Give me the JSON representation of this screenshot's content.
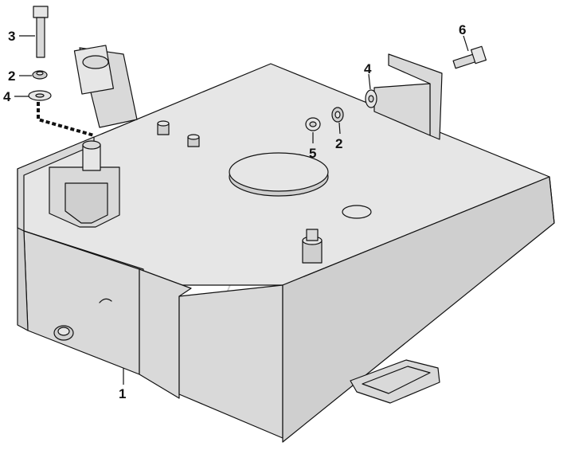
{
  "callouts": {
    "c1": "1",
    "c2a": "2",
    "c2b": "2",
    "c3": "3",
    "c4a": "4",
    "c4b": "4",
    "c5": "5",
    "c6": "6"
  },
  "colors": {
    "line": "#111111",
    "fill": "#e6e6e6",
    "watermark": "#cfcfcf"
  }
}
